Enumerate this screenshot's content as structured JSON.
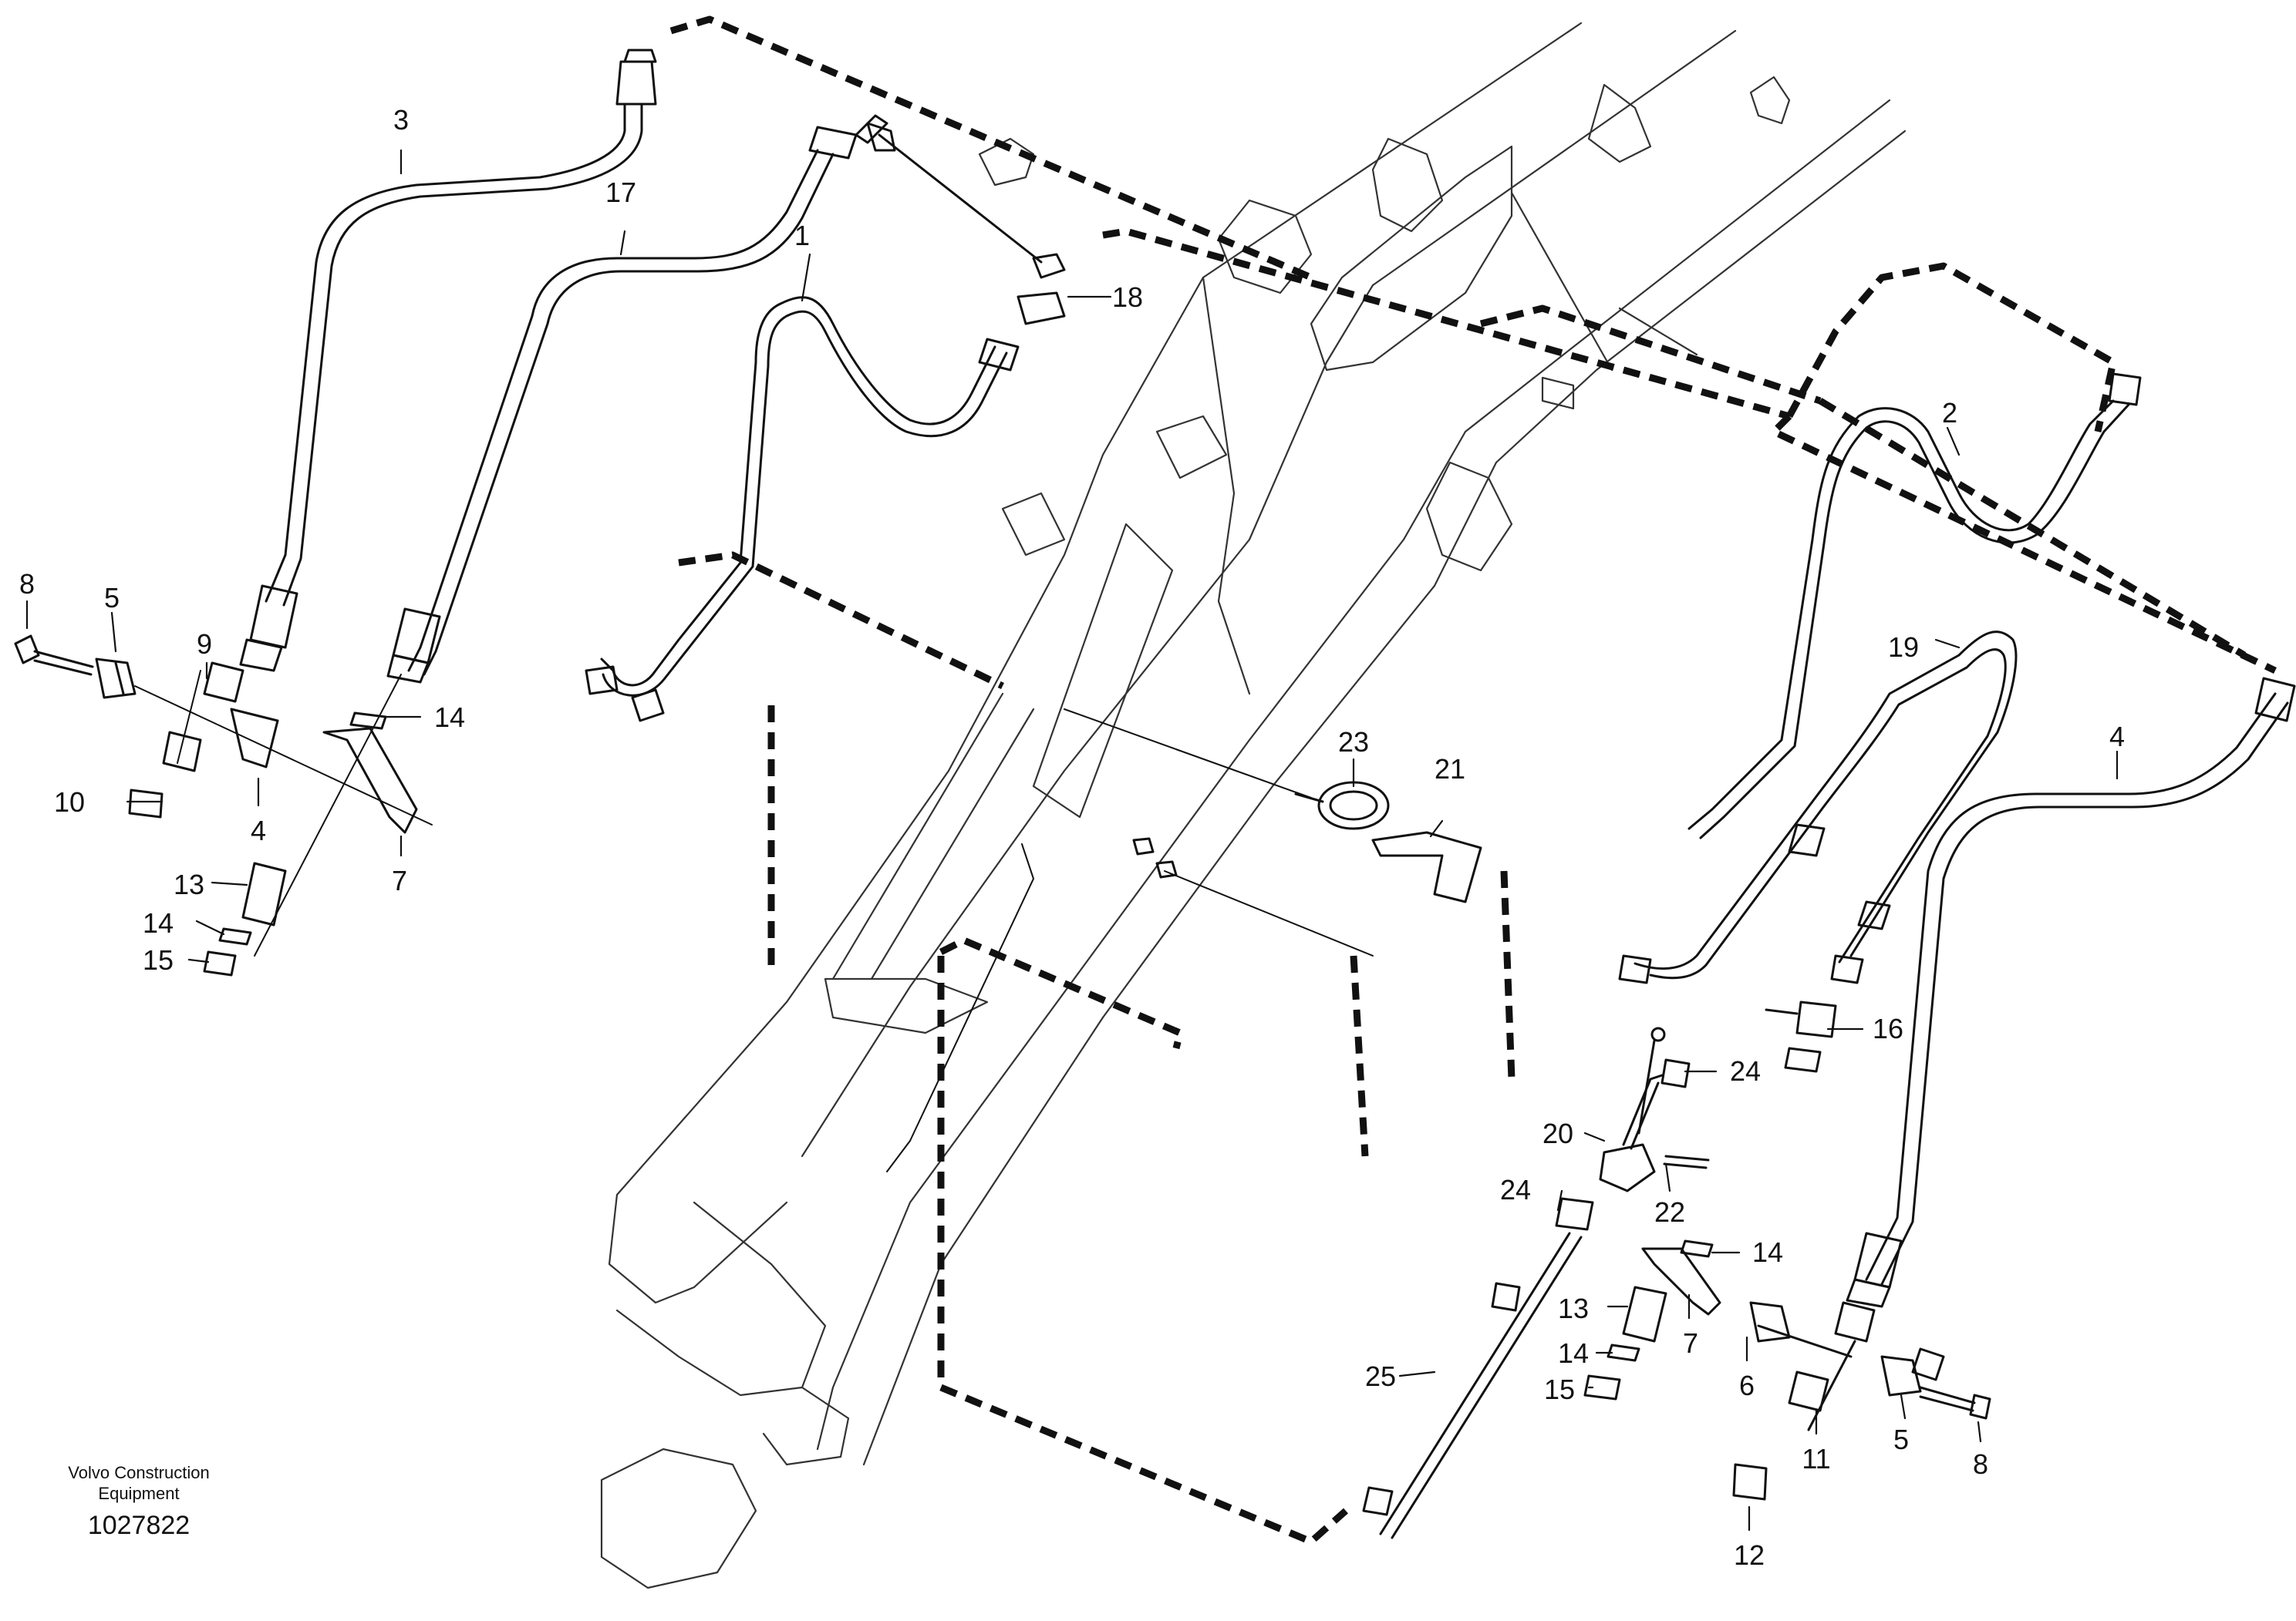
{
  "caption": {
    "line1": "Volvo Construction",
    "line2": "Equipment",
    "number": "1027822"
  },
  "callouts": [
    "1",
    "2",
    "3",
    "4",
    "4",
    "5",
    "5",
    "6",
    "7",
    "7",
    "8",
    "8",
    "9",
    "10",
    "11",
    "12",
    "13",
    "13",
    "14",
    "14",
    "14",
    "14",
    "15",
    "15",
    "16",
    "17",
    "18",
    "19",
    "20",
    "21",
    "22",
    "23",
    "24",
    "24",
    "25"
  ],
  "colors": {
    "ink": "#111111",
    "paper": "#ffffff"
  }
}
